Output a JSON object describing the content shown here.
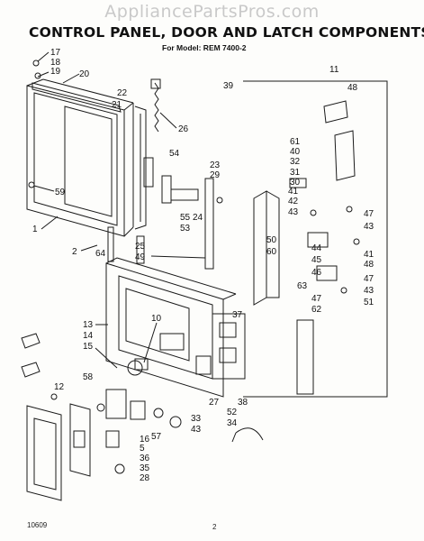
{
  "watermark": "AppliancePartsPros.com",
  "title": "CONTROL PANEL, DOOR AND LATCH COMPONENTS",
  "subtitle": "For Model: REM 7400-2",
  "footer": {
    "code": "10609",
    "page": "2"
  },
  "callouts": [
    "17",
    "18",
    "19",
    "20",
    "21",
    "22",
    "26",
    "54",
    "23",
    "29",
    "59",
    "1",
    "55",
    "53",
    "24",
    "2",
    "64",
    "25",
    "49",
    "13",
    "14",
    "15",
    "58",
    "10",
    "37",
    "38",
    "27",
    "33",
    "43",
    "57",
    "16",
    "5",
    "36",
    "35",
    "28",
    "52",
    "34",
    "39",
    "11",
    "48",
    "61",
    "40",
    "32",
    "31",
    "30",
    "41",
    "42",
    "43",
    "47",
    "43",
    "50",
    "60",
    "44",
    "41",
    "45",
    "48",
    "46",
    "47",
    "63",
    "43",
    "47",
    "62",
    "51",
    "12"
  ]
}
